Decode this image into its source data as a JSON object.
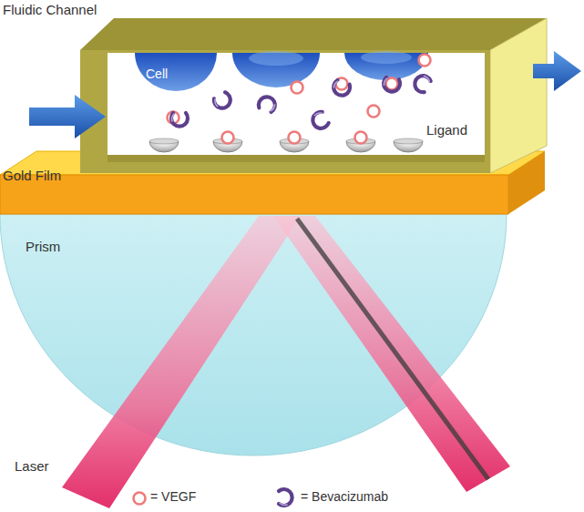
{
  "diagram": {
    "nodes": [
      {
        "text": [
          "Cell"
        ]
      }
    ],
    "labels": [
      "Fluidic Channel",
      "Ligand",
      "Gold Film",
      "Prism",
      "Laser"
    ],
    "legend": [
      {
        "text": "= VEGF"
      },
      {
        "text": "= Bevacizumab"
      }
    ]
  }
}
